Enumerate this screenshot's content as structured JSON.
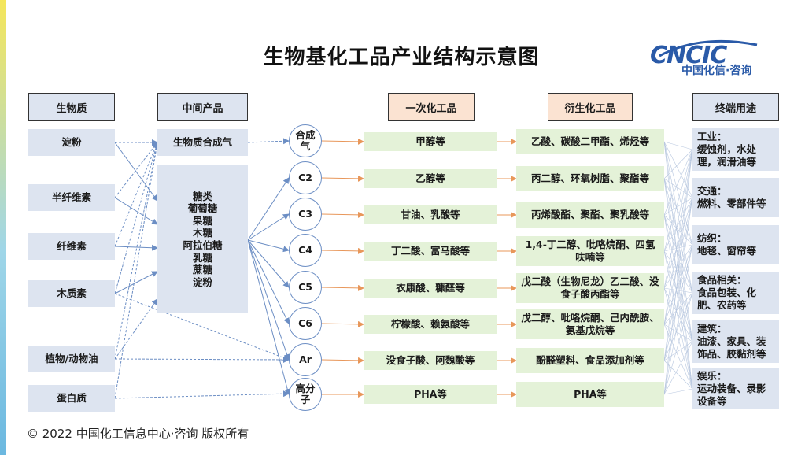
{
  "title": "生物基化工品产业结构示意图",
  "logo": {
    "brand": "CNCIC",
    "subtitle": "中国化信·咨询"
  },
  "headers": {
    "source": "生物质",
    "intermediate": "中间产品",
    "primary": "一次化工品",
    "derived": "衍生化工品",
    "enduse": "终端用途"
  },
  "sources": [
    "淀粉",
    "半纤维素",
    "纤维素",
    "木质素",
    "植物/动物油",
    "蛋白质"
  ],
  "intermediates": {
    "syngas": "生物质合成气",
    "sugars": [
      "糖类",
      "葡萄糖",
      "果糖",
      "木糖",
      "阿拉伯糖",
      "乳糖",
      "蔗糖",
      "淀粉"
    ]
  },
  "platforms": [
    {
      "label": "合成气",
      "primary": "甲醇等",
      "derived": "乙酸、碳酸二甲酯、烯烃等"
    },
    {
      "label": "C2",
      "primary": "乙醇等",
      "derived": "丙二醇、环氧树脂、聚酯等"
    },
    {
      "label": "C3",
      "primary": "甘油、乳酸等",
      "derived": "丙烯酸酯、聚酯、聚乳酸等"
    },
    {
      "label": "C4",
      "primary": "丁二酸、富马酸等",
      "derived": "1,4-丁二醇、吡咯烷酮、四氢呋喃等"
    },
    {
      "label": "C5",
      "primary": "衣康酸、糠醛等",
      "derived": "戊二酸（生物尼龙）乙二酸、没食子酸丙酯等"
    },
    {
      "label": "C6",
      "primary": "柠檬酸、赖氨酸等",
      "derived": "戊二醇、吡咯烷酮、己内酰胺、氨基戊烷等"
    },
    {
      "label": "Ar",
      "primary": "没食子酸、阿魏酸等",
      "derived": "酚醛塑料、食品添加剂等"
    },
    {
      "label": "高分子",
      "primary": "PHA等",
      "derived": "PHA等"
    }
  ],
  "enduses": [
    {
      "head": "工业：",
      "body": "缓蚀剂，水处理，润滑油等"
    },
    {
      "head": "交通：",
      "body": "燃料、零部件等"
    },
    {
      "head": "纺织：",
      "body": "地毯、窗帘等"
    },
    {
      "head": "食品相关：",
      "body": "食品包装、化肥、农药等"
    },
    {
      "head": "建筑：",
      "body": "油漆、家具、装饰品、胶黏剂等"
    },
    {
      "head": "娱乐：",
      "body": "运动装备、录影设备等"
    }
  ],
  "copyright": "© 2022 中国化工信息中心·咨询 版权所有",
  "colors": {
    "box_blue": "#dde4f0",
    "box_green": "#e4f2d8",
    "header_peach": "#fbe3d2",
    "arrow_orange": "#e8975a",
    "arrow_blue": "#6c8ec4",
    "brand_blue": "#2a5aa8"
  }
}
